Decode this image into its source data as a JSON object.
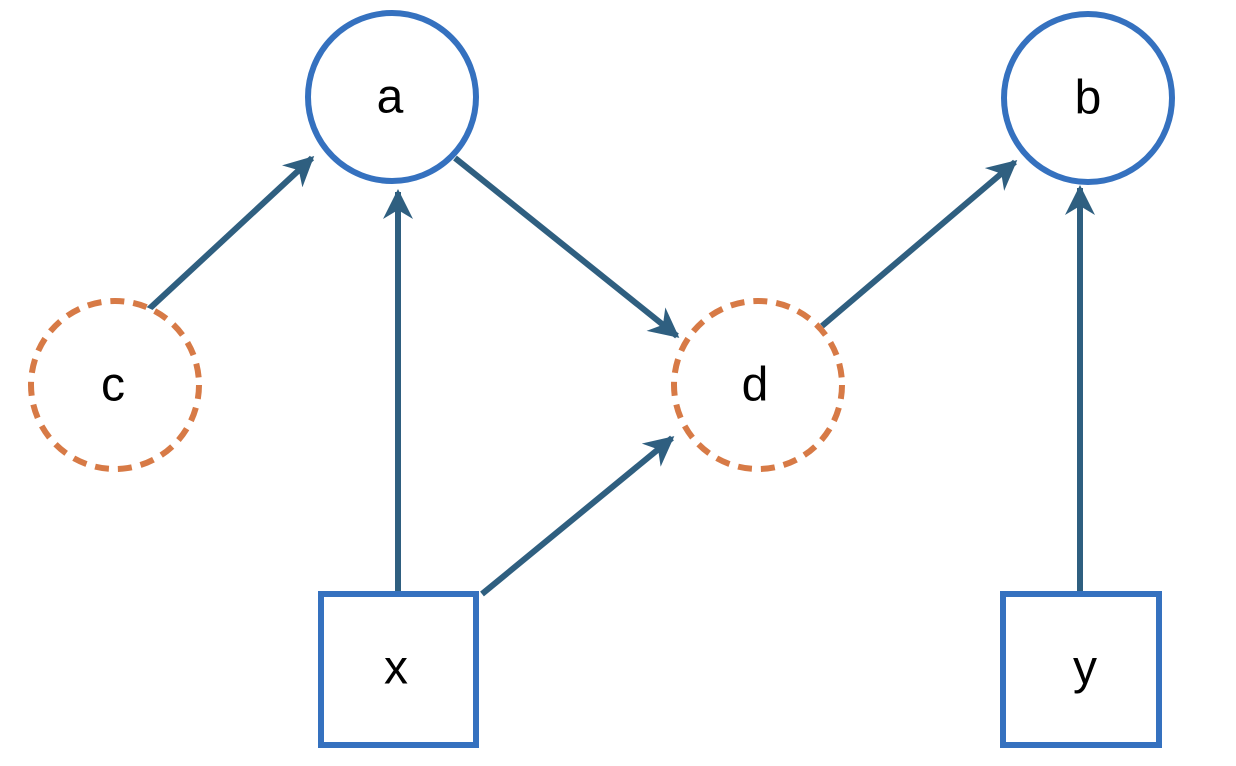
{
  "colors": {
    "solid_node": "#3571BF",
    "latent_node": "#D77A46",
    "edge": "#2F5F80",
    "label": "#000000"
  },
  "nodes": {
    "a": {
      "label": "a",
      "shape": "circle",
      "style": "solid"
    },
    "b": {
      "label": "b",
      "shape": "circle",
      "style": "solid"
    },
    "c": {
      "label": "c",
      "shape": "circle",
      "style": "dashed"
    },
    "d": {
      "label": "d",
      "shape": "circle",
      "style": "dashed"
    },
    "x": {
      "label": "x",
      "shape": "square",
      "style": "solid"
    },
    "y": {
      "label": "y",
      "shape": "square",
      "style": "solid"
    }
  },
  "edges": [
    {
      "from": "c",
      "to": "a"
    },
    {
      "from": "x",
      "to": "a"
    },
    {
      "from": "a",
      "to": "d"
    },
    {
      "from": "x",
      "to": "d"
    },
    {
      "from": "d",
      "to": "b"
    },
    {
      "from": "y",
      "to": "b"
    }
  ]
}
